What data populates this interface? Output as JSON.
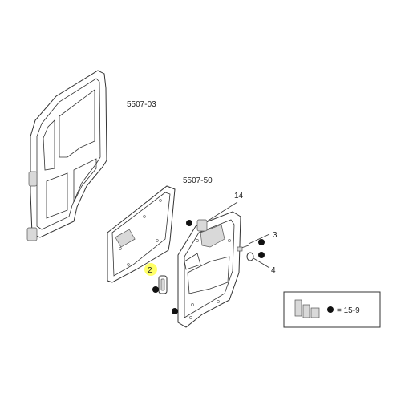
{
  "diagram": {
    "labels": {
      "door_ref": "5507-03",
      "panel_ref": "5507-50",
      "part_14": "14",
      "part_3": "3",
      "part_4": "4",
      "part_2": "2"
    },
    "legend": {
      "text": "= 15-9"
    },
    "highlight_color": "#ffff66",
    "icons": [
      "door-outline",
      "inner-trim-panel",
      "door-card-panel",
      "handle-bezel",
      "screw",
      "washer",
      "clip-dot",
      "fastener-legend-icon"
    ]
  }
}
